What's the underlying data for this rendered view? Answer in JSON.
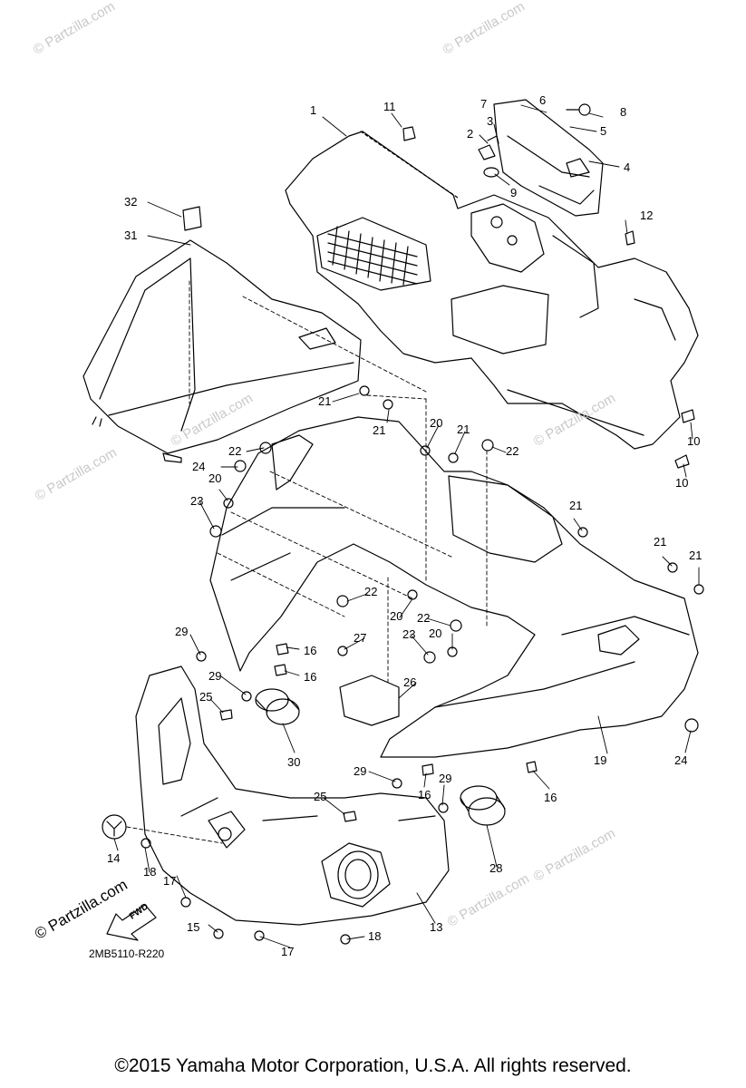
{
  "watermarks": {
    "brand": "© Partzilla.com",
    "strong": "© Partzilla.com"
  },
  "callouts": [
    "1",
    "2",
    "3",
    "4",
    "5",
    "6",
    "7",
    "8",
    "9",
    "10",
    "10",
    "11",
    "12",
    "13",
    "14",
    "15",
    "16",
    "16",
    "16",
    "16",
    "17",
    "17",
    "18",
    "18",
    "19",
    "20",
    "20",
    "20",
    "20",
    "21",
    "21",
    "21",
    "21",
    "21",
    "21",
    "22",
    "22",
    "22",
    "22",
    "23",
    "23",
    "24",
    "24",
    "25",
    "25",
    "26",
    "27",
    "28",
    "29",
    "29",
    "29",
    "29",
    "30",
    "31",
    "32"
  ],
  "fwd_label": "FWD",
  "diagram_code": "2MB5110-R220",
  "copyright": "©2015 Yamaha Motor Corporation, U.S.A. All rights reserved."
}
